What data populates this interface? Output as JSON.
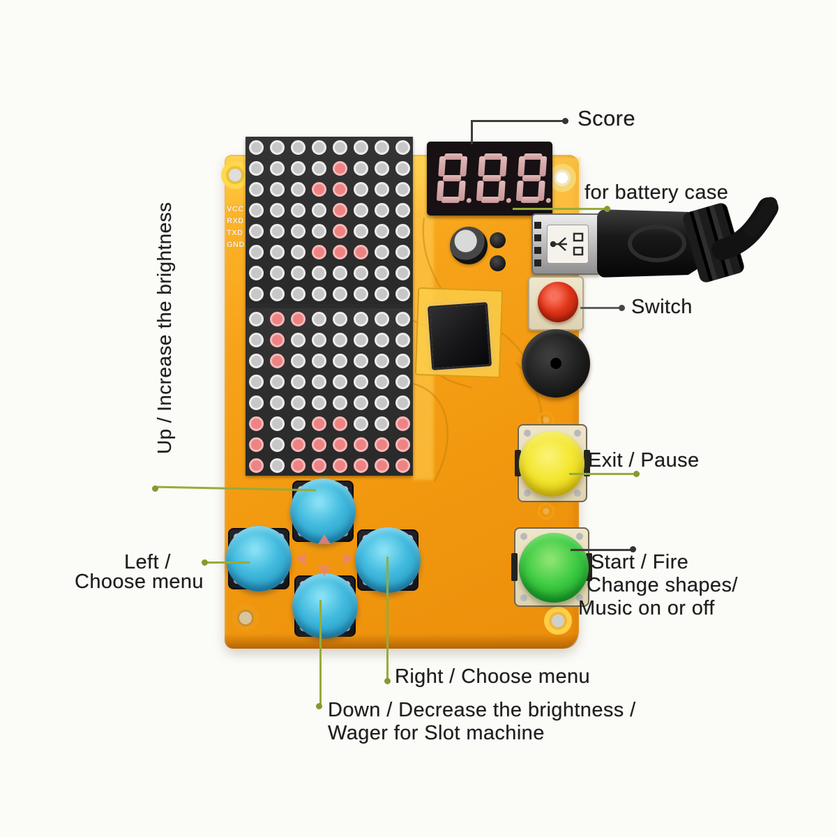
{
  "labels": {
    "score": "Score",
    "battery": "for battery case",
    "switch": "Switch",
    "exit": "Exit / Pause",
    "start_lines": [
      "Start / Fire",
      "Change shapes/",
      "Music on or off"
    ],
    "left_lines": [
      "Left /",
      "Choose menu"
    ],
    "up": "Up / Increase the brightness",
    "right": "Right / Choose menu",
    "down_lines": [
      "Down / Decrease the brightness /",
      "Wager for Slot machine"
    ]
  },
  "board": {
    "pin_labels": [
      "VCC",
      "RXD",
      "TXD",
      "GND"
    ],
    "score_display": "888",
    "matrix_rows": [
      "........",
      "....#...",
      "...##...",
      "....#...",
      "....#...",
      "...###..",
      "........",
      "........",
      ".##.....",
      ".#......",
      ".#......",
      "........",
      "........",
      "#..##..#",
      "#.######",
      "#.######"
    ]
  },
  "colors": {
    "pcb_orange": "#f59d15",
    "leader_green": "#97ab3a",
    "leader_dark": "#3d3d3d",
    "led_off": "#c7c7c7",
    "led_lit": "#ee8383",
    "segment": "#e2baba",
    "button_blue": "#41bade",
    "button_yellow": "#f3e62e",
    "button_green": "#3ecb43",
    "switch_red": "#e03418"
  }
}
